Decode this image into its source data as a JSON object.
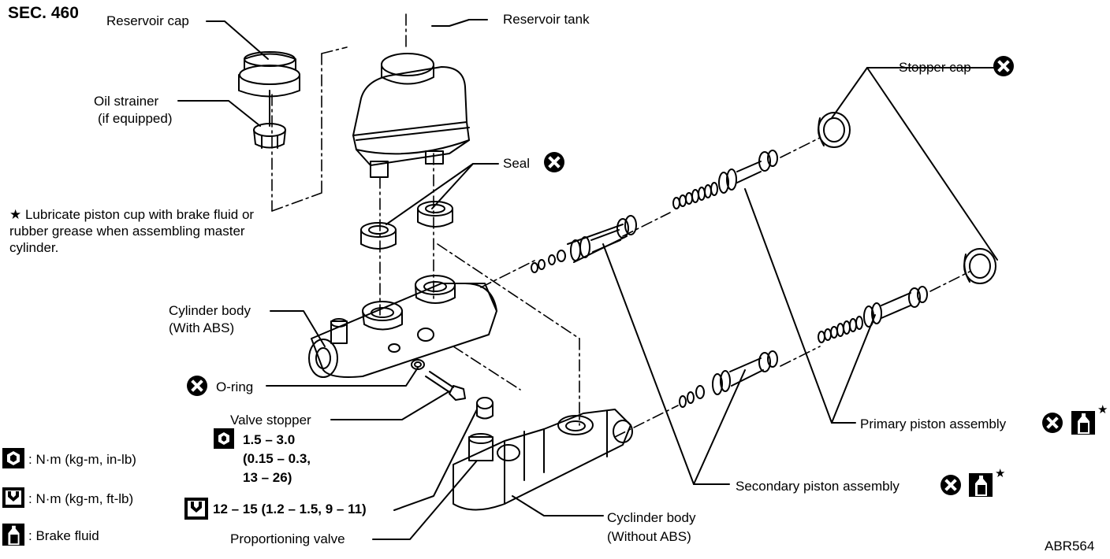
{
  "section": "SEC. 460",
  "drawing_id": "ABR564",
  "note": "★ Lubricate piston cup with brake fluid or rubber grease when assembling master cylinder.",
  "parts": {
    "reservoir_cap": "Reservoir cap",
    "reservoir_tank": "Reservoir tank",
    "oil_strainer": [
      "Oil strainer",
      "(if equipped)"
    ],
    "seal": "Seal",
    "stopper_cap": "Stopper cap",
    "cylinder_body_abs": [
      "Cylinder body",
      "(With ABS)"
    ],
    "o_ring": "O-ring",
    "valve_stopper": "Valve stopper",
    "valve_stopper_torque": [
      "1.5 – 3.0",
      "(0.15 – 0.3,",
      "13 – 26)"
    ],
    "proportioning_valve_torque": "12 – 15 (1.2 – 1.5, 9 – 11)",
    "proportioning_valve": "Proportioning valve",
    "primary_piston": "Primary piston assembly",
    "secondary_piston": "Secondary piston assembly",
    "cylinder_body_no_abs": [
      "Cyclinder body",
      "(Without ABS)"
    ]
  },
  "legend": [
    {
      "icon": "torque-nm-kgm-inlb-icon",
      "text": ": N·m (kg-m, in-lb)"
    },
    {
      "icon": "torque-nm-kgm-ftlb-icon",
      "text": ": N·m (kg-m, ft-lb)"
    },
    {
      "icon": "brake-fluid-icon",
      "text": ": Brake fluid"
    }
  ],
  "star": "★"
}
